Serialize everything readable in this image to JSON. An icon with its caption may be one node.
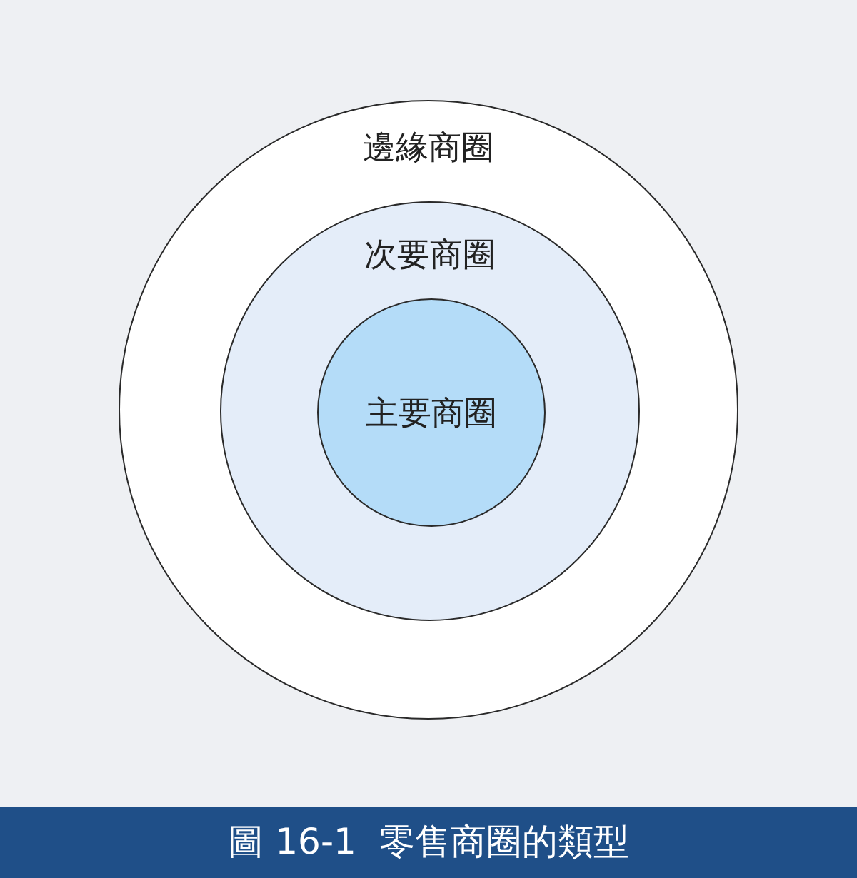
{
  "diagram": {
    "caption": "圖 16-1  零售商圈的類型",
    "nodes": [
      {
        "text": [
          "邊緣商圈"
        ]
      },
      {
        "text": [
          "次要商圈"
        ],
        "in": 0
      },
      {
        "text": [
          "主要商圈"
        ],
        "in": 1
      }
    ]
  }
}
